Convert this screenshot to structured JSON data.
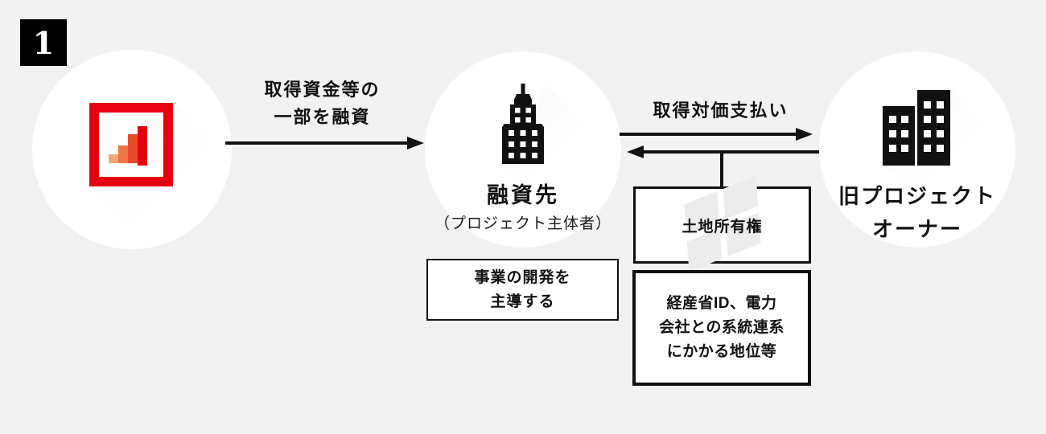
{
  "step_badge": "1",
  "palette": {
    "background": "#f2f2f2",
    "brand_red": "#e60012",
    "ink": "#111111",
    "logo_bar_colors": [
      "#f2a678",
      "#ed764b",
      "#e8492b",
      "#e60012"
    ]
  },
  "loan_arrow": {
    "label_line1": "取得資金等の",
    "label_line2": "一部を融資"
  },
  "borrower_node": {
    "title": "融資先",
    "subtitle": "（プロジェクト主体者）",
    "role_line1": "事業の開発を",
    "role_line2": "主導する"
  },
  "payment_arrow": {
    "label": "取得対価支払い"
  },
  "transfer_boxes": {
    "land_rights": "土地所有権",
    "meti_line1": "経産省ID、電力",
    "meti_line2": "会社との系統連系",
    "meti_line3": "にかかる地位等"
  },
  "owner_node": {
    "title_line1": "旧プロジェクト",
    "title_line2": "オーナー"
  }
}
